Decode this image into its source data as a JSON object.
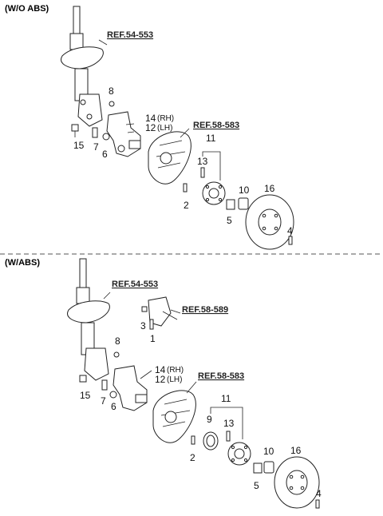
{
  "sections": [
    {
      "header": "(W/O ABS)",
      "refs": [
        "REF.54-553",
        "REF.58-583"
      ],
      "labels": {
        "p8": "8",
        "p14": "14",
        "p14s": "(RH)",
        "p12": "12",
        "p12s": "(LH)",
        "p15": "15",
        "p7": "7",
        "p6": "6",
        "p11": "11",
        "p13": "13",
        "p10": "10",
        "p16": "16",
        "p2": "2",
        "p5": "5",
        "p4": "4"
      }
    },
    {
      "header": "(W/ABS)",
      "refs": [
        "REF.54-553",
        "REF.58-589",
        "REF.58-583"
      ],
      "labels": {
        "p3": "3",
        "p1": "1",
        "p8": "8",
        "p14": "14",
        "p14s": "(RH)",
        "p12": "12",
        "p12s": "(LH)",
        "p15": "15",
        "p7": "7",
        "p6": "6",
        "p11": "11",
        "p9": "9",
        "p13": "13",
        "p10": "10",
        "p16": "16",
        "p2": "2",
        "p5": "5",
        "p4": "4"
      }
    }
  ]
}
